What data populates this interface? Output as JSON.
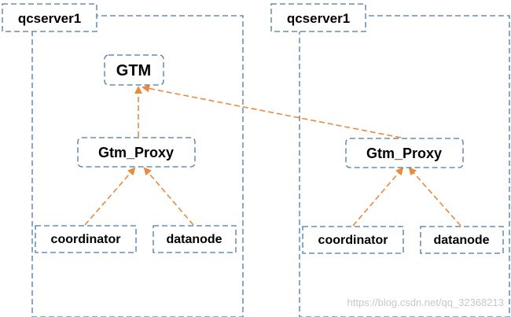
{
  "servers": [
    {
      "name": "qcserver1"
    },
    {
      "name": "qcserver1"
    }
  ],
  "nodes": {
    "gtm": "GTM",
    "proxy_left": "Gtm_Proxy",
    "proxy_right": "Gtm_Proxy",
    "coord_left": "coordinator",
    "data_left": "datanode",
    "coord_right": "coordinator",
    "data_right": "datanode"
  },
  "watermark": "https://blog.csdn.net/qq_32368213",
  "colors": {
    "box_border": "#4a78a6",
    "arrow": "#ea8a3d",
    "text": "#000000"
  }
}
